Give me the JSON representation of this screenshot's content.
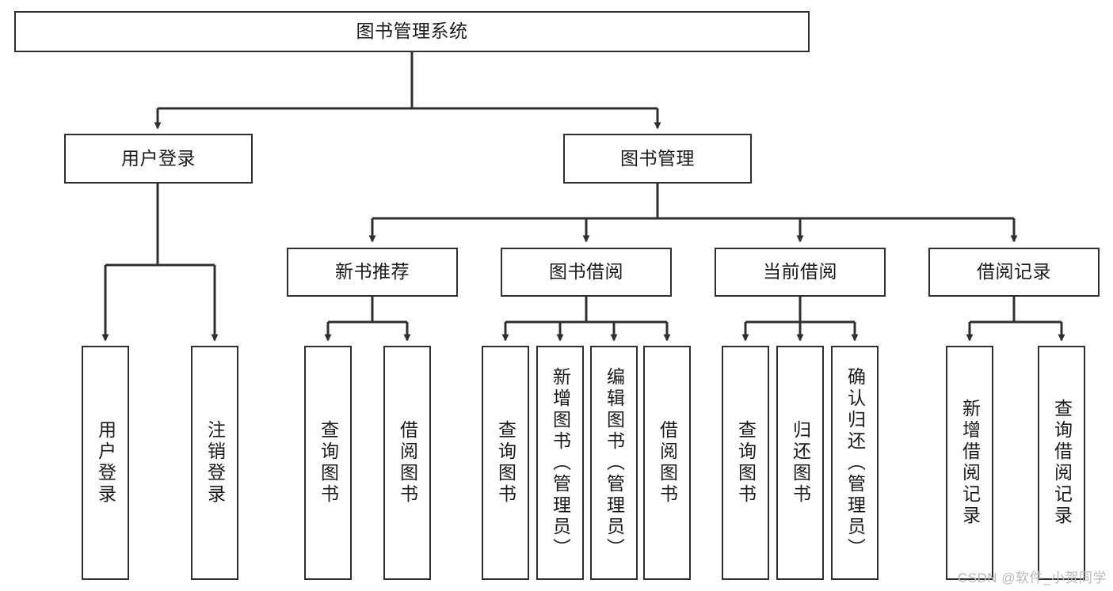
{
  "diagram": {
    "title": "图书管理系统",
    "type": "tree-hierarchy-chart",
    "style": {
      "box_stroke": "#2f2f2f",
      "box_fill": "#ffffff",
      "connector_stroke": "#2f2f2f",
      "background": "#ffffff",
      "text_color": "#1a1a1a"
    },
    "root": {
      "label": "图书管理系统"
    },
    "level2": [
      {
        "label": "用户登录"
      },
      {
        "label": "图书管理"
      }
    ],
    "level3": [
      {
        "label": "新书推荐"
      },
      {
        "label": "图书借阅"
      },
      {
        "label": "当前借阅"
      },
      {
        "label": "借阅记录"
      }
    ],
    "leaves": {
      "user_login": [
        {
          "label": "用户登录"
        },
        {
          "label": "注销登录"
        }
      ],
      "new_book_recommend": [
        {
          "label": "查询图书"
        },
        {
          "label": "借阅图书"
        }
      ],
      "book_borrow": [
        {
          "label": "查询图书"
        },
        {
          "label": "新增图书（管理员）"
        },
        {
          "label": "编辑图书（管理员）"
        },
        {
          "label": "借阅图书"
        }
      ],
      "current_borrow": [
        {
          "label": "查询图书"
        },
        {
          "label": "归还图书"
        },
        {
          "label": "确认归还（管理员）"
        }
      ],
      "borrow_record": [
        {
          "label": "新增借阅记录"
        },
        {
          "label": "查询借阅记录"
        }
      ]
    }
  },
  "watermark": {
    "text": "CSDN @软件_小贺同学"
  }
}
